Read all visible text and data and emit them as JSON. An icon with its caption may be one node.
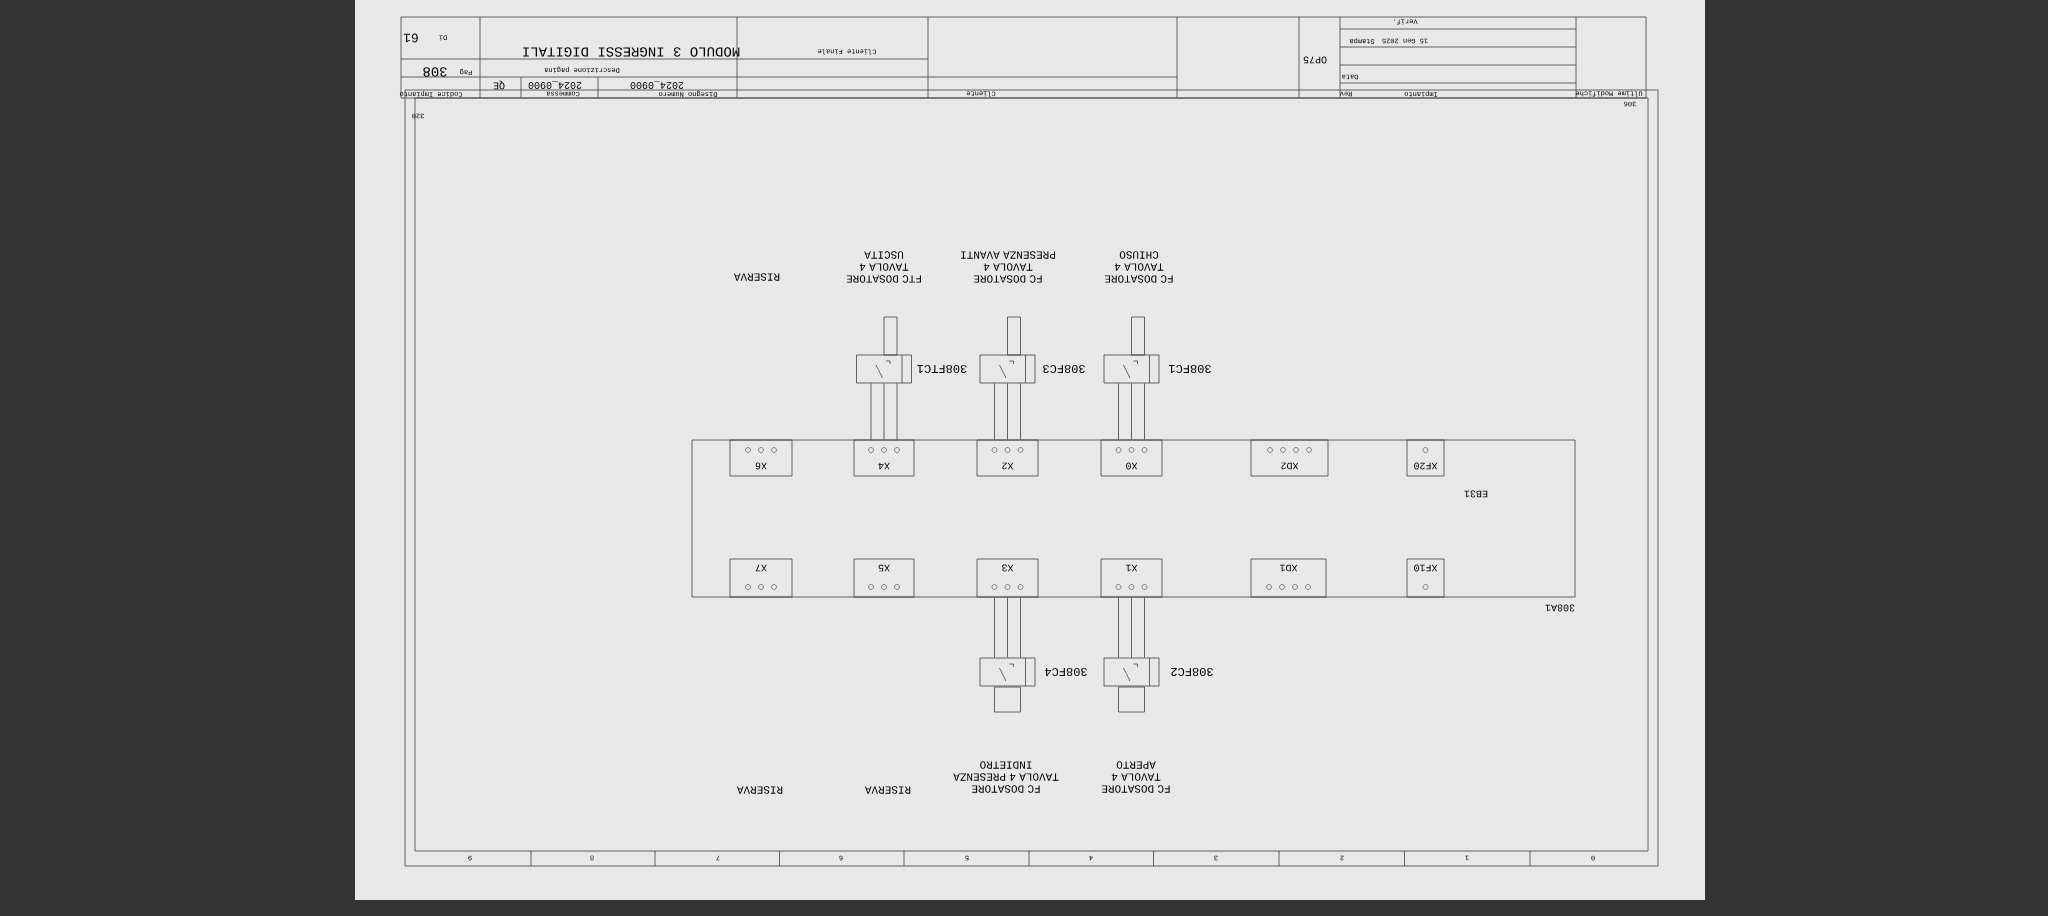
{
  "diagram": {
    "nodes": [
      {
        "text": [
          "EB31"
        ],
        "beside": [
          "308A1"
        ]
      },
      {
        "text": [
          "X6"
        ],
        "in": 0
      },
      {
        "text": [
          "X4"
        ],
        "in": 0
      },
      {
        "text": [
          "X2"
        ],
        "in": 0
      },
      {
        "text": [
          "X0"
        ],
        "in": 0
      },
      {
        "text": [
          "XD2"
        ],
        "in": 0
      },
      {
        "text": [
          "XF20"
        ],
        "in": 0
      },
      {
        "text": [
          "X7"
        ],
        "in": 0
      },
      {
        "text": [
          "X5"
        ],
        "in": 0
      },
      {
        "text": [
          "X3"
        ],
        "in": 0
      },
      {
        "text": [
          "X1"
        ],
        "in": 0
      },
      {
        "text": [
          "XD1"
        ],
        "in": 0
      },
      {
        "text": [
          "XF10"
        ],
        "in": 0
      },
      {
        "text": [],
        "shape": "box"
      },
      {
        "text": [],
        "shape": "box"
      },
      {
        "text": [],
        "shape": "box"
      },
      {
        "text": [],
        "shape": "box"
      },
      {
        "text": [],
        "shape": "box"
      }
    ],
    "edges": [
      {
        "from": 13,
        "to": 2,
        "arrow": "none"
      },
      {
        "from": 14,
        "to": 3,
        "arrow": "none"
      },
      {
        "from": 15,
        "to": 4,
        "arrow": "none"
      },
      {
        "from": 16,
        "to": 9,
        "arrow": "none"
      },
      {
        "from": 17,
        "to": 10,
        "arrow": "none"
      }
    ],
    "labels": [
      "Di",
      "61",
      "Pag",
      "308",
      "MODULO 3 INGRESSI DIGITALI",
      "Descrizione pagina",
      "Codice Impianto",
      "QE",
      "2024_0900",
      "Commessa",
      "2024_0900",
      "Disegno Numero",
      "Cliente Finale",
      "Cliente",
      "OP75",
      "Rev",
      "Impianto",
      "Data",
      "Stampa",
      "15 Gen 2025",
      "Verif.",
      "Ultime Modifiche",
      "306",
      "320",
      "RISERVA",
      "FTC DOSATORE TAVOLA 4 USCITA",
      "FC DOSATORE TAVOLA 4 PRESENZA AVANTI",
      "FC DOSATORE TAVOLA 4 CHIUSO",
      "308FTC1",
      "308FC3",
      "308FC1",
      "308FC4",
      "308FC2",
      "RISERVA",
      "RISERVA",
      "FC DOSATORE TAVOLA 4 PRESENZA INDIETRO",
      "FC DOSATORE TAVOLA 4 APERTO",
      "9",
      "8",
      "7",
      "6",
      "5",
      "4",
      "3",
      "2",
      "1",
      "0"
    ]
  }
}
